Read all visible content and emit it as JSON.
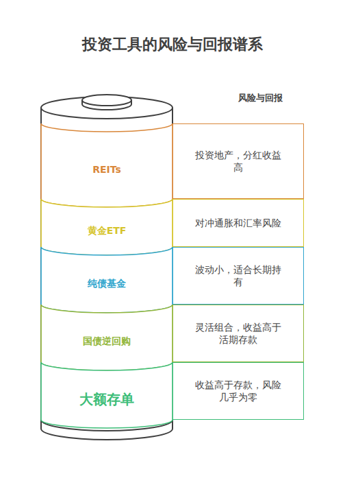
{
  "diagram": {
    "title": "投资工具的风险与回报谱系",
    "nodes": [
      {
        "text": [
          "REITs"
        ]
      },
      {
        "text": [
          "投资地产，分红收益高"
        ]
      },
      {
        "text": [
          "黄金ETF"
        ]
      },
      {
        "text": [
          "对冲通胀和汇率风险"
        ]
      },
      {
        "text": [
          "纯债基金"
        ]
      },
      {
        "text": [
          "波动小，适合长期持有"
        ]
      },
      {
        "text": [
          "国债逆回购"
        ]
      },
      {
        "text": [
          "灵活组合，收益高于活期存款"
        ]
      },
      {
        "text": [
          "大额存单"
        ]
      },
      {
        "text": [
          "收益高于存款，风险几乎为零"
        ]
      }
    ],
    "labels": [
      "风险与回报"
    ]
  }
}
